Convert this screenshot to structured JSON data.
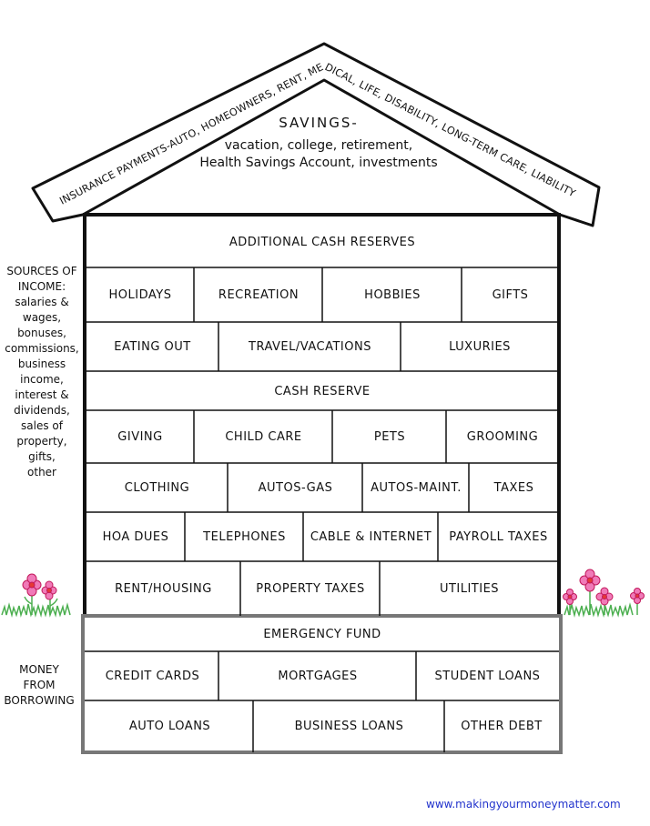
{
  "roof": {
    "insurance": "INSURANCE PAYMENTS-AUTO, HOMEOWNERS, RENT, MEDICAL, LIFE, DISABILITY, LONG-TERM CARE, LIABILITY",
    "savings_title": "SAVINGS-",
    "savings_line1": "vacation, college, retirement,",
    "savings_line2": "Health Savings Account, investments"
  },
  "bricks": {
    "additional_cash_reserves": "ADDITIONAL CASH RESERVES",
    "holidays": "HOLIDAYS",
    "recreation": "RECREATION",
    "hobbies": "HOBBIES",
    "gifts": "GIFTS",
    "eating_out": "EATING OUT",
    "travel": "TRAVEL/VACATIONS",
    "luxuries": "LUXURIES",
    "cash_reserve": "CASH RESERVE",
    "giving": "GIVING",
    "child_care": "CHILD CARE",
    "pets": "PETS",
    "grooming": "GROOMING",
    "clothing": "CLOTHING",
    "autos_gas": "AUTOS-GAS",
    "autos_maint": "AUTOS-MAINT.",
    "taxes": "TAXES",
    "hoa_dues": "HOA DUES",
    "telephones": "TELEPHONES",
    "cable_internet": "CABLE & INTERNET",
    "payroll_taxes": "PAYROLL TAXES",
    "rent_housing": "RENT/HOUSING",
    "property_taxes": "PROPERTY TAXES",
    "utilities": "UTILITIES",
    "emergency_fund": "EMERGENCY FUND",
    "credit_cards": "CREDIT CARDS",
    "mortgages": "MORTGAGES",
    "student_loans": "STUDENT LOANS",
    "auto_loans": "AUTO LOANS",
    "business_loans": "BUSINESS LOANS",
    "other_debt": "OTHER DEBT"
  },
  "sides": {
    "income": [
      "SOURCES OF",
      "INCOME:",
      "salaries &",
      "wages,",
      "bonuses,",
      "commissions,",
      "business",
      "income,",
      "interest &",
      "dividends,",
      "sales of",
      "property,",
      "gifts,",
      "other"
    ],
    "borrowing": [
      "MONEY",
      "FROM",
      "BORROWING"
    ]
  },
  "footer": {
    "website": "www.makingyourmoneymatter.com"
  },
  "colors": {
    "ink": "#111111",
    "link": "#2233cc",
    "flower": "#f07ab8",
    "grass": "#4caf50",
    "basement": "#777777"
  }
}
